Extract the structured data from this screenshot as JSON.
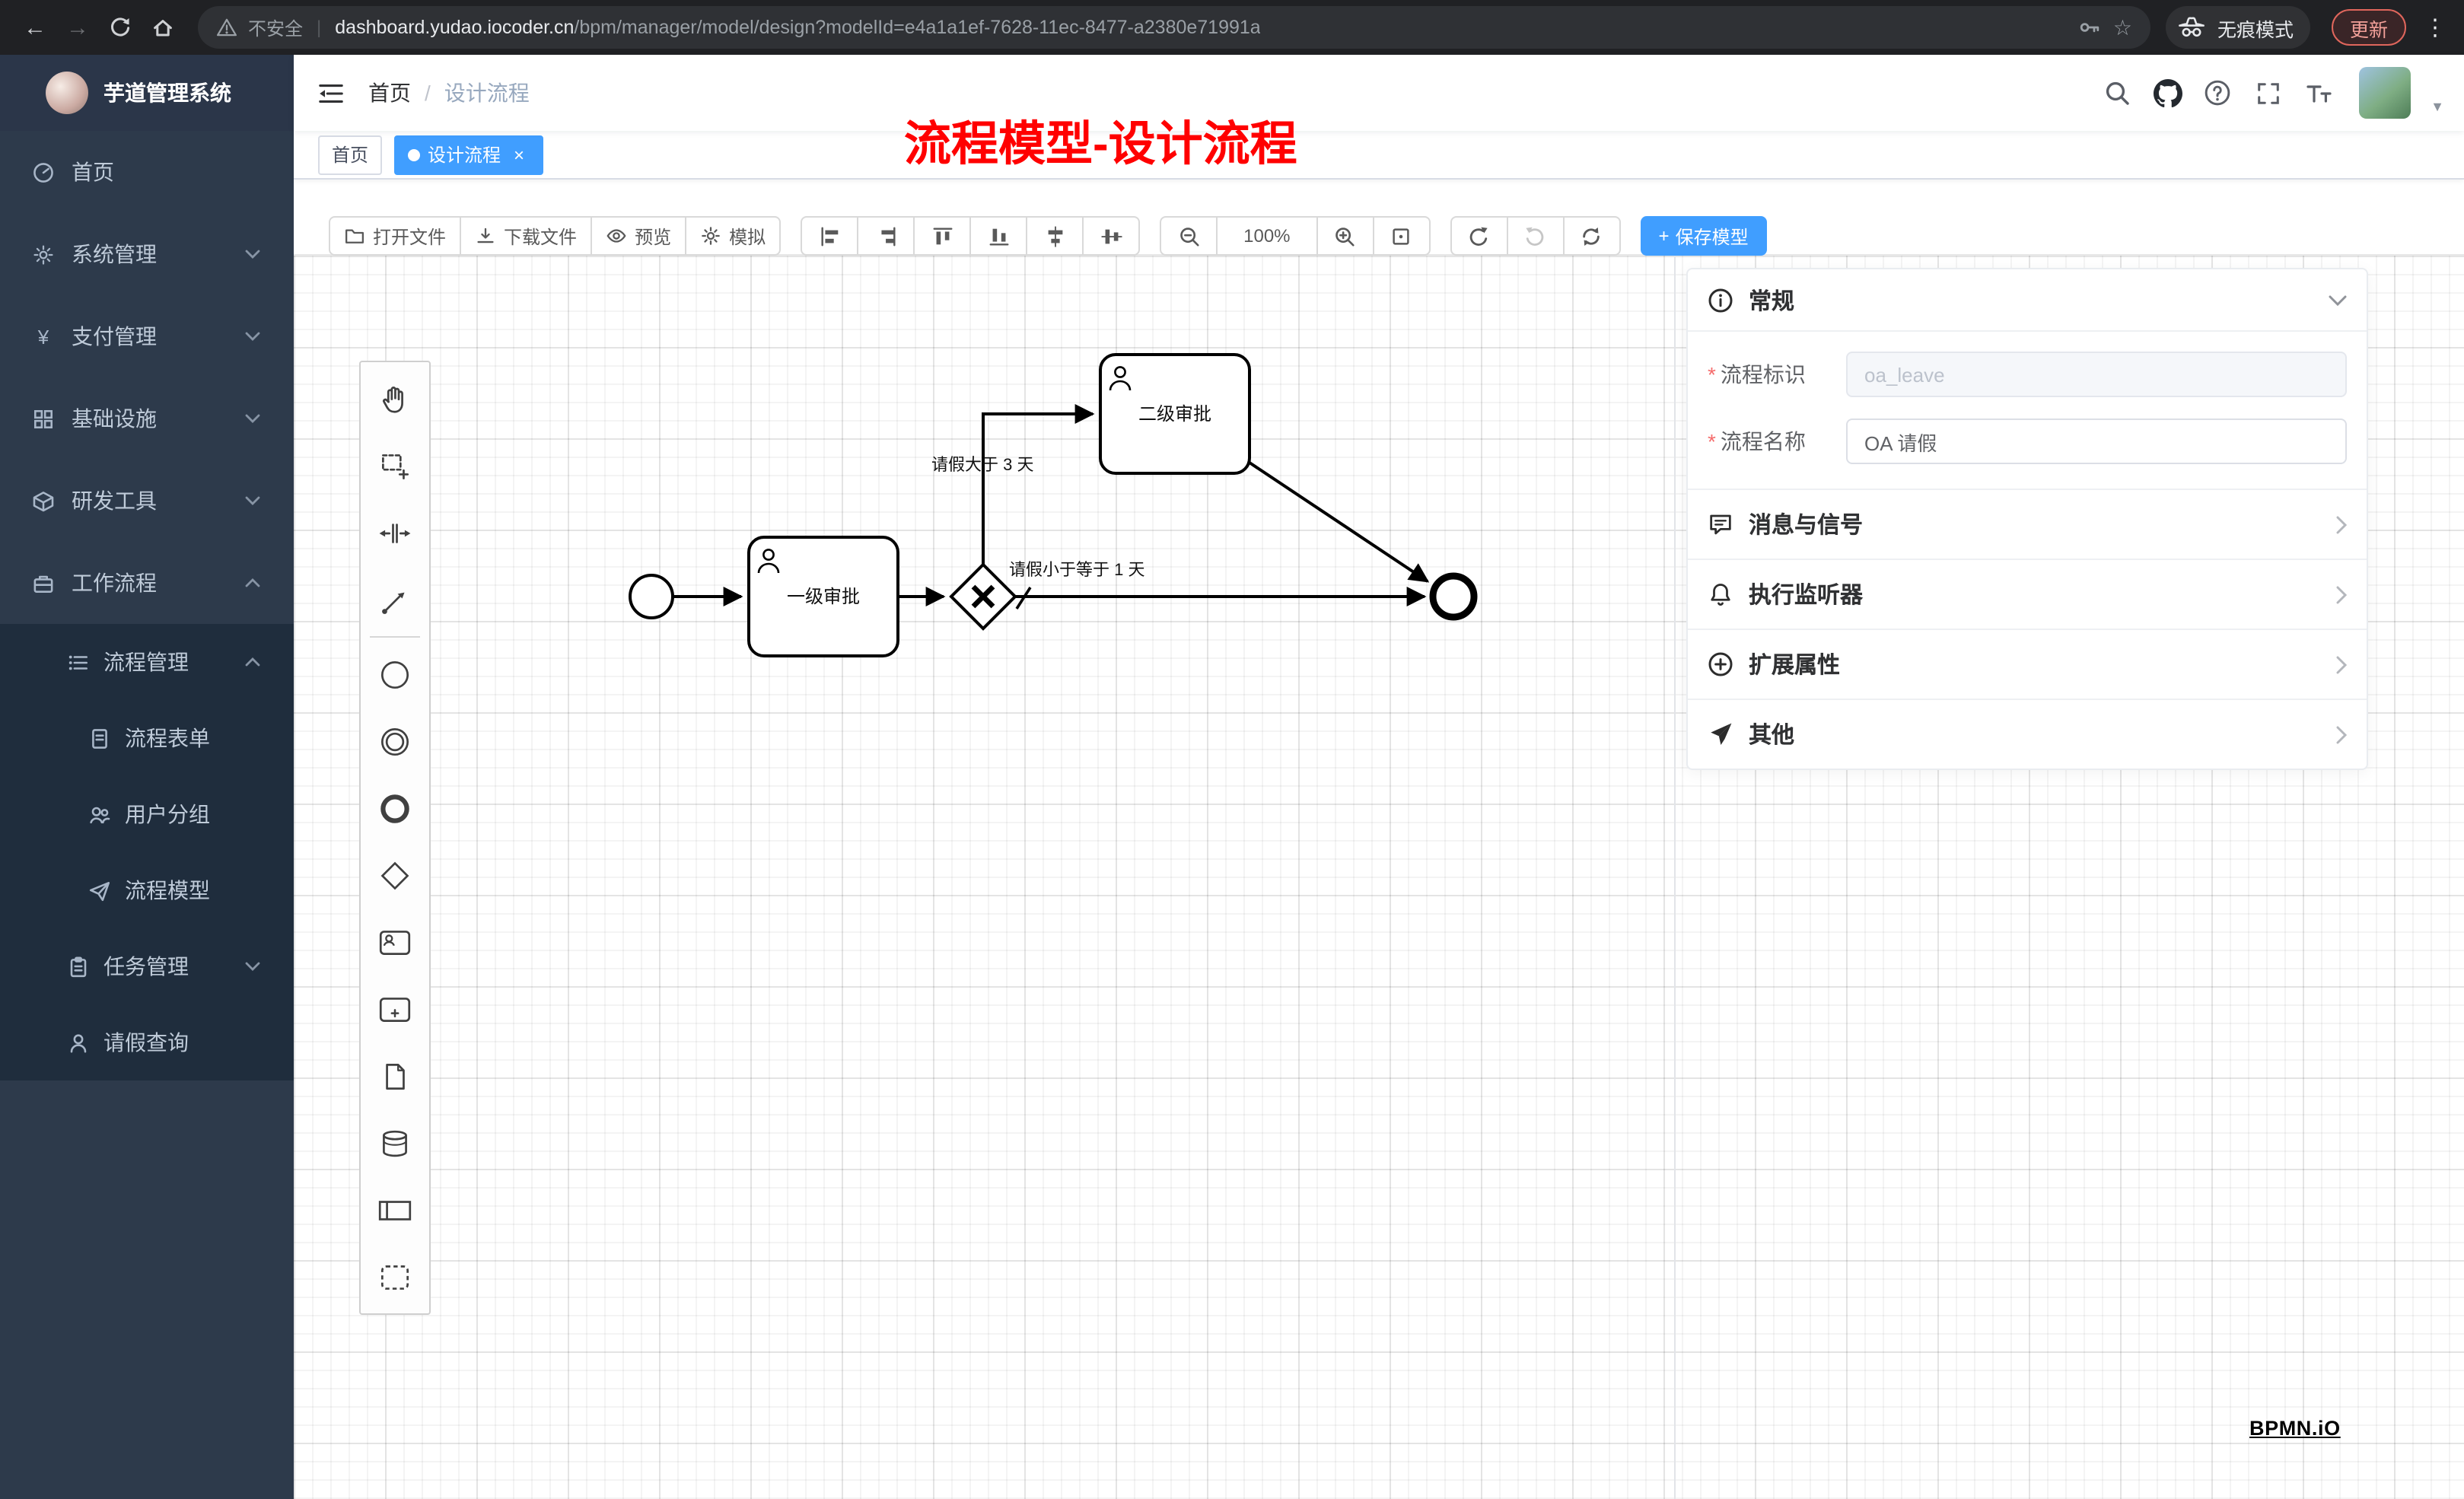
{
  "glyphs": {
    "back": "←",
    "forward": "→",
    "more": "⋮",
    "star": "☆",
    "divider": "|",
    "close": "×",
    "plus": "+",
    "caret": "▼",
    "yen": "¥",
    "required": "*",
    "slash": "/"
  },
  "browser": {
    "security_warning": "不安全",
    "url_host": "dashboard.yudao.iocoder.cn",
    "url_path": "/bpm/manager/model/design?modelId=e4a1a1ef-7628-11ec-8477-a2380e71991a",
    "incognito_label": "无痕模式",
    "update_button": "更新"
  },
  "sidebar": {
    "app_title": "芋道管理系统",
    "items": [
      {
        "label": "首页"
      },
      {
        "label": "系统管理"
      },
      {
        "label": "支付管理"
      },
      {
        "label": "基础设施"
      },
      {
        "label": "研发工具"
      },
      {
        "label": "工作流程"
      },
      {
        "label": "流程管理"
      },
      {
        "label": "流程表单"
      },
      {
        "label": "用户分组"
      },
      {
        "label": "流程模型"
      },
      {
        "label": "任务管理"
      },
      {
        "label": "请假查询"
      }
    ]
  },
  "navbar": {
    "breadcrumb": [
      "首页",
      "设计流程"
    ]
  },
  "tags": {
    "home": "首页",
    "active": "设计流程"
  },
  "annotation": "流程模型-设计流程",
  "toolbar": {
    "open": "打开文件",
    "download": "下载文件",
    "preview": "预览",
    "simulate": "模拟",
    "zoom": "100%",
    "save": "保存模型"
  },
  "diagram": {
    "task1": "一级审批",
    "task2": "二级审批",
    "condition_gt": "请假大于 3 天",
    "condition_lte": "请假小于等于 1 天"
  },
  "properties": {
    "general": "常规",
    "key_label": "流程标识",
    "key_value": "oa_leave",
    "name_label": "流程名称",
    "name_value": "OA 请假",
    "sections": [
      "消息与信号",
      "执行监听器",
      "扩展属性",
      "其他"
    ]
  },
  "watermark": "BPMN.iO"
}
